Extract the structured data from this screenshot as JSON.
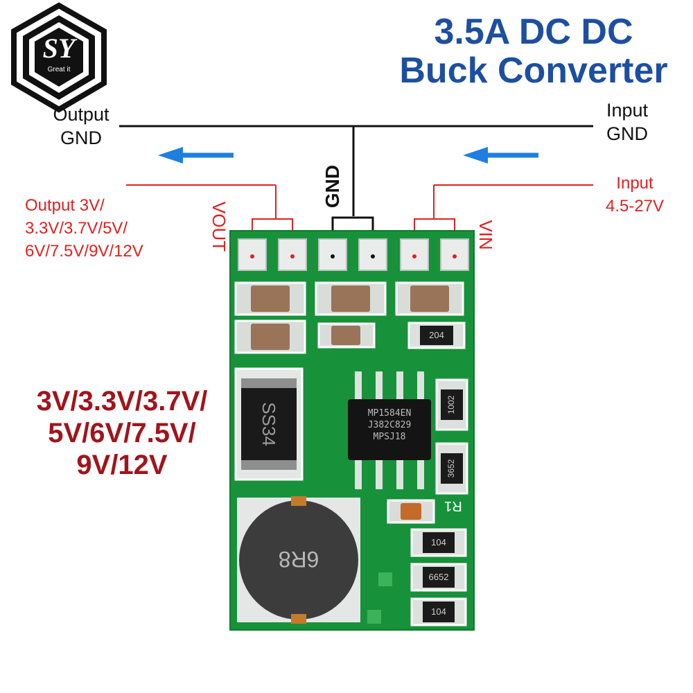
{
  "logo": {
    "letters": "SY",
    "tagline": "Great it"
  },
  "title": {
    "line1": "3.5A DC DC",
    "line2": "Buck Converter"
  },
  "labels": {
    "output_gnd": "Output\nGND",
    "input_gnd": "Input\nGND",
    "gnd_pin": "GND",
    "vout_pin": "VOUT",
    "vin_pin": "VIN",
    "output_voltages": "Output 3V/\n3.3V/3.7V/5V/\n6V/7.5V/9V/12V",
    "input_range": "Input\n4.5-27V",
    "voltage_list": "3V/3.3V/3.7V/\n5V/6V/7.5V/\n9V/12V"
  },
  "board": {
    "diode_mark": "SS34",
    "ic_line1": "MP1584EN",
    "ic_line2": "J382C829",
    "ic_line3": "MPSJ18",
    "inductor_mark": "6R8",
    "r1_label": "R1",
    "res_204": "204",
    "res_1002": "1002",
    "res_3652": "3652",
    "res_104a": "104",
    "res_6652": "6652",
    "res_104b": "104"
  },
  "colors": {
    "pcb": "#17923a",
    "title": "#1d4fa0",
    "red_label": "#e02020",
    "dark_red": "#a0151b",
    "arrow": "#1f7fe0"
  }
}
